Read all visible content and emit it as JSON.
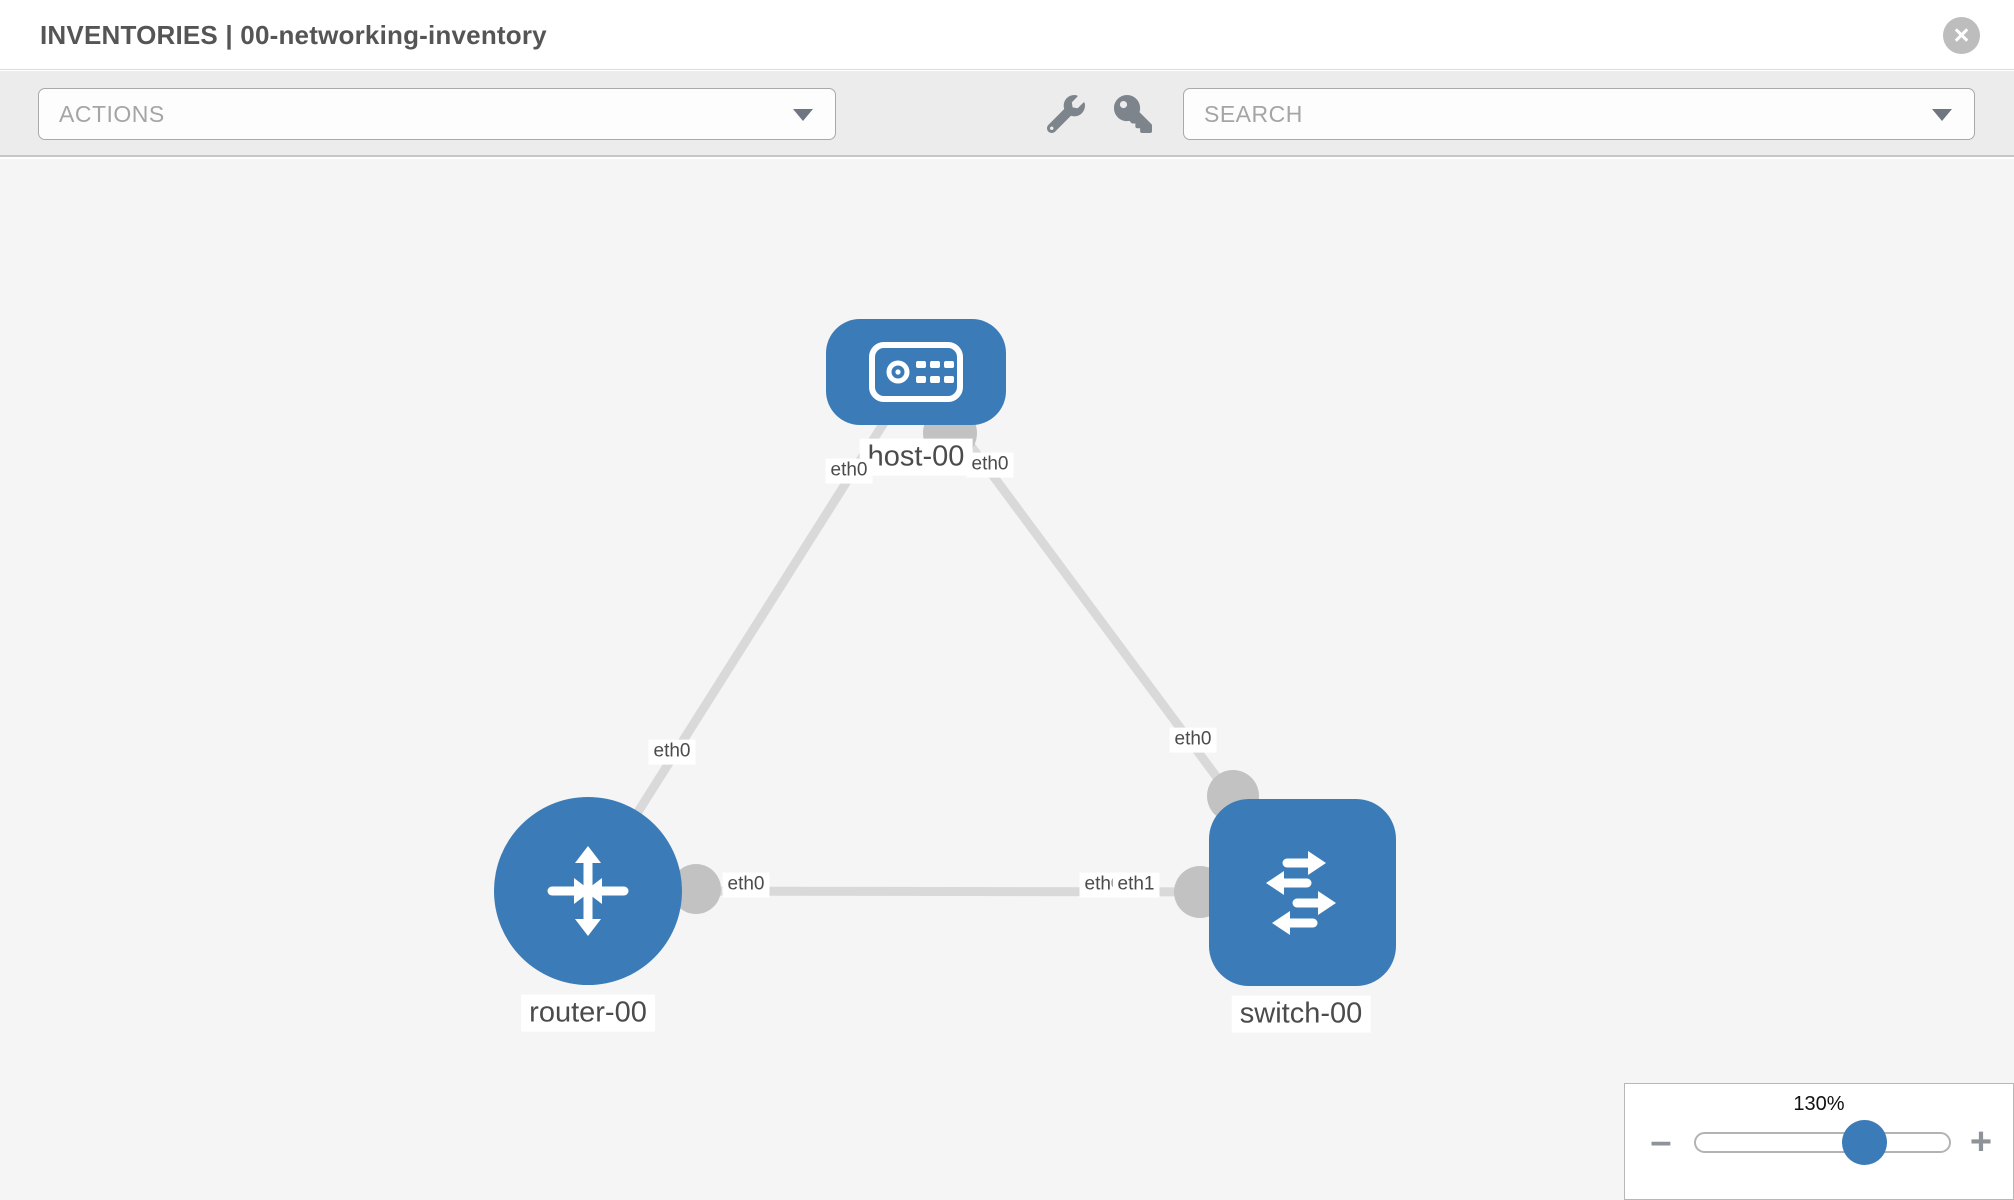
{
  "header": {
    "title": "INVENTORIES | 00-networking-inventory"
  },
  "icons": {
    "close_glyph": "×",
    "minus_glyph": "–",
    "plus_glyph": "+"
  },
  "toolbar": {
    "actions_placeholder": "ACTIONS",
    "search_placeholder": "SEARCH"
  },
  "colors": {
    "node_blue": "#3b7cb8",
    "link_gray": "#d9d9d9",
    "connector_gray": "#c2c2c2",
    "canvas_bg": "#f5f5f5"
  },
  "canvas": {
    "nodes": [
      {
        "id": "host-00",
        "type": "host",
        "label": "host-00"
      },
      {
        "id": "router-00",
        "type": "router",
        "label": "router-00"
      },
      {
        "id": "switch-00",
        "type": "switch",
        "label": "switch-00"
      }
    ],
    "links": [
      {
        "from": "host-00",
        "to": "router-00",
        "from_interface": "eth0",
        "to_interface": "eth0"
      },
      {
        "from": "host-00",
        "to": "switch-00",
        "from_interface": "eth0",
        "to_interface": "eth0"
      },
      {
        "from": "router-00",
        "to": "switch-00",
        "from_interface": "eth0",
        "to_interface": "eth1"
      }
    ],
    "interface_labels": [
      {
        "text": "eth0",
        "near": "host-left"
      },
      {
        "text": "eth0",
        "near": "host-right"
      },
      {
        "text": "eth0",
        "near": "link-host-router"
      },
      {
        "text": "eth0",
        "near": "link-host-switch"
      },
      {
        "text": "eth0",
        "near": "link-router-switch-router-end"
      },
      {
        "text": "eth0",
        "near": "link-router-switch-switch-end-under"
      },
      {
        "text": "eth1",
        "near": "link-router-switch-switch-end-over"
      }
    ]
  },
  "zoom_control": {
    "value_label": "130%",
    "percent": 130
  }
}
